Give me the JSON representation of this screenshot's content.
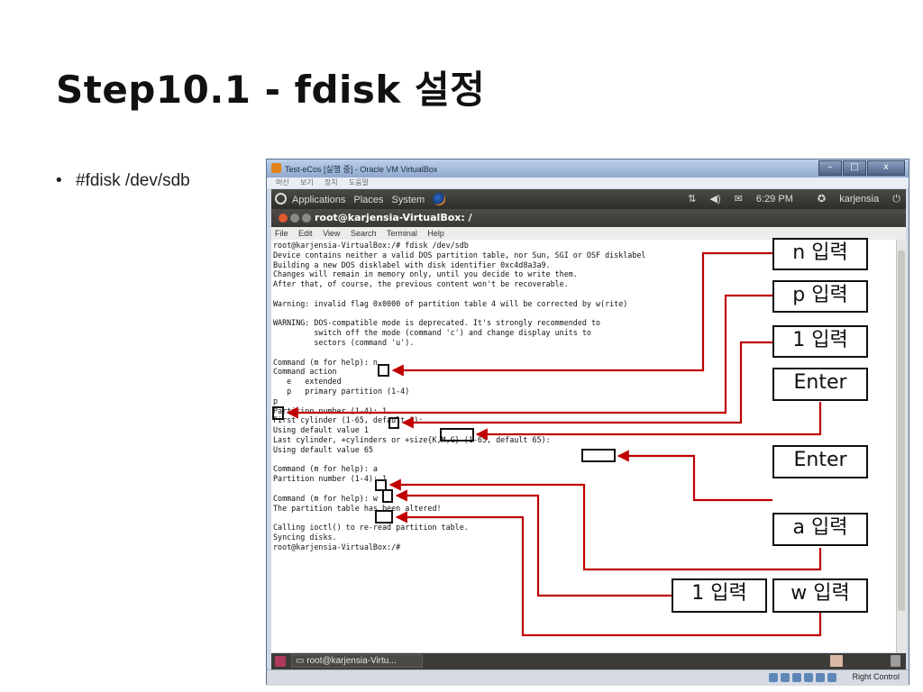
{
  "slide": {
    "title": "Step10.1 - fdisk 설정",
    "bullet": "#fdisk /dev/sdb"
  },
  "vm_window": {
    "title": "Test-eCos [실행 중] - Oracle VM VirtualBox",
    "menu": [
      "머신",
      "보기",
      "장치",
      "도움말"
    ],
    "controls": {
      "minimize": "–",
      "maximize": "□",
      "close": "x"
    },
    "statusbar_hostkey": "Right Control"
  },
  "gnome_panel": {
    "menus": [
      "Applications",
      "Places",
      "System"
    ],
    "clock": "6:29 PM",
    "user": "karjensia"
  },
  "terminal": {
    "title": "root@karjensia-VirtualBox: /",
    "menu": [
      "File",
      "Edit",
      "View",
      "Search",
      "Terminal",
      "Help"
    ],
    "lines": [
      "root@karjensia-VirtualBox:/# fdisk /dev/sdb",
      "Device contains neither a valid DOS partition table, nor Sun, SGI or OSF disklabel",
      "Building a new DOS disklabel with disk identifier 0xc4d8a3a9.",
      "Changes will remain in memory only, until you decide to write them.",
      "After that, of course, the previous content won't be recoverable.",
      "",
      "Warning: invalid flag 0x0000 of partition table 4 will be corrected by w(rite)",
      "",
      "WARNING: DOS-compatible mode is deprecated. It's strongly recommended to",
      "         switch off the mode (command 'c') and change display units to",
      "         sectors (command 'u').",
      "",
      "Command (m for help): n",
      "Command action",
      "   e   extended",
      "   p   primary partition (1-4)",
      "p",
      "Partition number (1-4): 1",
      "First cylinder (1-65, default 1):",
      "Using default value 1",
      "Last cylinder, +cylinders or +size{K,M,G} (1-65, default 65):",
      "Using default value 65",
      "",
      "Command (m for help): a",
      "Partition number (1-4): 1",
      "",
      "Command (m for help): w",
      "The partition table has been altered!",
      "",
      "Calling ioctl() to re-read partition table.",
      "Syncing disks.",
      "root@karjensia-VirtualBox:/#"
    ]
  },
  "taskbar": {
    "task_label": "root@karjensia-Virtu..."
  },
  "callouts": {
    "n": "n 입력",
    "p": "p 입력",
    "one_a": "1 입력",
    "enter_a": "Enter",
    "enter_b": "Enter",
    "a": "a 입력",
    "one_b": "1 입력",
    "w": "w 입력"
  },
  "colors": {
    "arrow": "#c00000",
    "terminal_bg": "#ffffff",
    "panel": "#3c3b37"
  }
}
